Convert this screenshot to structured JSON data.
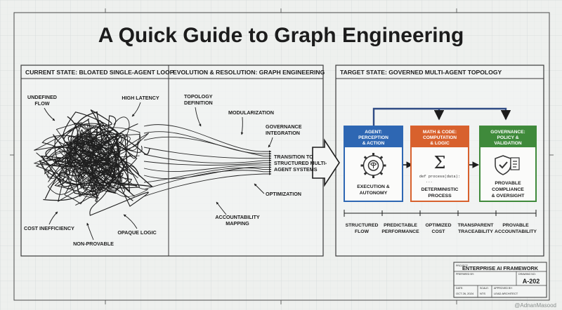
{
  "title": "A Quick Guide to Graph Engineering",
  "colors": {
    "blue": "#2e67b3",
    "orange": "#d8612d",
    "green": "#3f8a3b",
    "ink": "#1c1c1c",
    "grid": "#dfe3e2"
  },
  "panels": {
    "current": {
      "header": "CURRENT STATE: BLOATED SINGLE-AGENT LOOP",
      "labels": {
        "undefined_flow_1": "UNDEFINED",
        "undefined_flow_2": "FLOW",
        "high_latency": "HIGH LATENCY",
        "cost_inefficiency": "COST INEFFICIENCY",
        "opaque_logic": "OPAQUE LOGIC",
        "non_provable": "NON-PROVABLE"
      }
    },
    "evolution": {
      "header": "EVOLUTION & RESOLUTION: GRAPH ENGINEERING",
      "labels": {
        "topology_1": "TOPOLOGY",
        "topology_2": "DEFINITION",
        "modularization": "MODULARIZATION",
        "governance_1": "GOVERNANCE",
        "governance_2": "INTEGRATION",
        "transition_1": "TRANSITION TO",
        "transition_2": "STRUCTURED MULTI-",
        "transition_3": "AGENT SYSTEMS",
        "optimization": "OPTIMIZATION",
        "accountability_1": "ACCOUNTABILITY",
        "accountability_2": "MAPPING"
      }
    },
    "target": {
      "header": "TARGET STATE: GOVERNED MULTI-AGENT TOPOLOGY",
      "agent": {
        "title_1": "AGENT:",
        "title_2": "PERCEPTION",
        "title_3": "& ACTION",
        "caption_1": "EXECUTION &",
        "caption_2": "AUTONOMY",
        "icon": "gear-brain-icon"
      },
      "math": {
        "title_1": "MATH & CODE:",
        "title_2": "COMPUTATION",
        "title_3": "& LOGIC",
        "code_1": "def process(data):",
        "code_2": "...",
        "caption_1": "DETERMINISTIC",
        "caption_2": "PROCESS",
        "icon": "sigma-icon"
      },
      "governance": {
        "title_1": "GOVERNANCE:",
        "title_2": "POLICY &",
        "title_3": "VALIDATION",
        "caption_1": "PROVABLE",
        "caption_2": "COMPLIANCE",
        "caption_3": "& OVERSIGHT",
        "icon": "shield-check-icon"
      },
      "benefits": [
        {
          "l1": "STRUCTURED",
          "l2": "FLOW"
        },
        {
          "l1": "PREDICTABLE",
          "l2": "PERFORMANCE"
        },
        {
          "l1": "OPTIMIZED",
          "l2": "COST"
        },
        {
          "l1": "TRANSPARENT",
          "l2": "TRACEABILITY"
        },
        {
          "l1": "PROVABLE",
          "l2": "ACCOUNTABILITY"
        }
      ]
    }
  },
  "title_block": {
    "project_label": "PROJECT:",
    "project": "ENTERPRISE AI FRAMEWORK",
    "prepared_label": "PREPARED BY:",
    "drawing_label": "DRAWING NO:",
    "drawing_no": "A-202",
    "date_label": "DATE:",
    "date": "OCT 26, 2024",
    "scale_label": "SCALE:",
    "scale": "NTS",
    "approved_label": "APPROVED BY:",
    "approved": "LEAD ARCHITECT"
  },
  "watermark": "@AdnanMasood"
}
